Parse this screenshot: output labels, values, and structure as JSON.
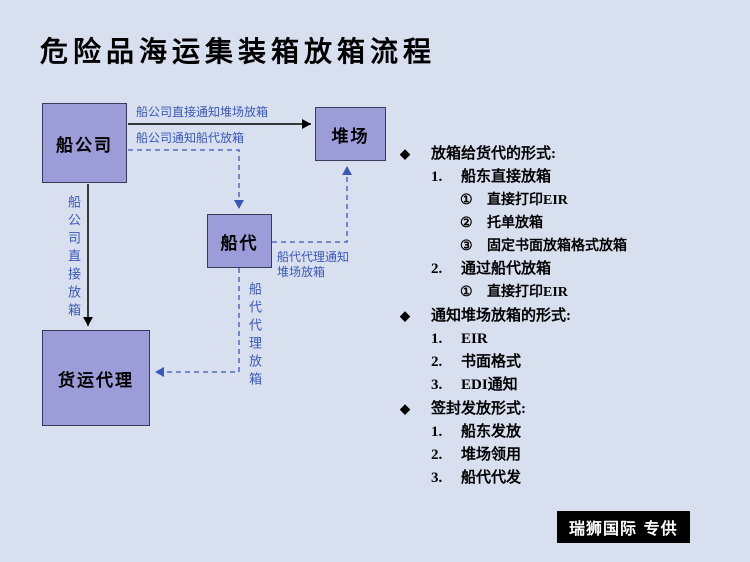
{
  "title": "危险品海运集装箱放箱流程",
  "watermark": "瑞狮国际 专供",
  "colors": {
    "background": "#d8e0f0",
    "node_fill": "#9c9cd8",
    "node_border": "#39395c",
    "label_blue": "#3a57b8",
    "arrow_black": "#000000"
  },
  "flowchart": {
    "nodes": {
      "shipping_company": "船公司",
      "yard": "堆场",
      "ship_agent": "船代",
      "freight_forwarder": "货运代理"
    },
    "edge_labels": {
      "company_to_yard": "船公司直接通知堆场放箱",
      "company_to_agent": "船公司通知船代放箱",
      "company_to_forwarder_vertical": "船公司直接放箱",
      "agent_to_yard": "船代代理通知堆场放箱",
      "agent_to_forwarder_vertical": "船代代理放箱"
    }
  },
  "right_panel": {
    "lines": [
      {
        "marker": "◆",
        "text": "放箱给货代的形式:"
      },
      {
        "marker": "1.",
        "text": "船东直接放箱"
      },
      {
        "marker": "①",
        "text": "直接打印EIR"
      },
      {
        "marker": "②",
        "text": "托单放箱"
      },
      {
        "marker": "③",
        "text": "固定书面放箱格式放箱"
      },
      {
        "marker": "2.",
        "text": "通过船代放箱"
      },
      {
        "marker": "①",
        "text": "直接打印EIR"
      },
      {
        "marker": "◆",
        "text": "通知堆场放箱的形式:"
      },
      {
        "marker": "1.",
        "text": "EIR"
      },
      {
        "marker": "2.",
        "text": "书面格式"
      },
      {
        "marker": "3.",
        "text": "EDI通知"
      },
      {
        "marker": "◆",
        "text": "签封发放形式:"
      },
      {
        "marker": "1.",
        "text": "船东发放"
      },
      {
        "marker": "2.",
        "text": "堆场领用"
      },
      {
        "marker": "3.",
        "text": "船代代发"
      }
    ]
  }
}
